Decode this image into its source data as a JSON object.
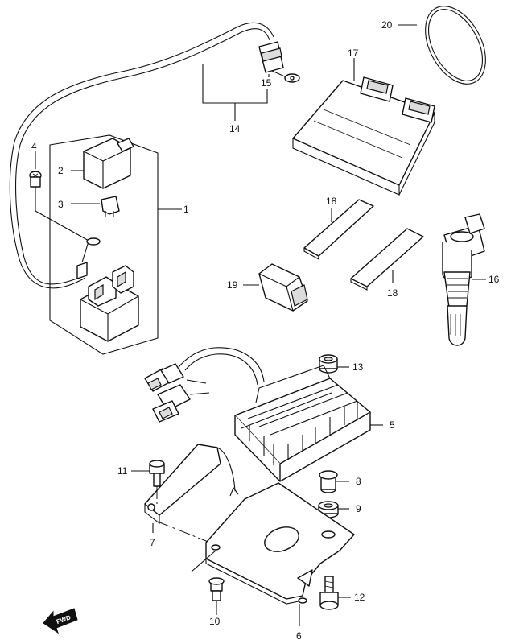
{
  "diagram": {
    "callouts": [
      {
        "id": "1",
        "text": "1"
      },
      {
        "id": "2",
        "text": "2"
      },
      {
        "id": "3",
        "text": "3"
      },
      {
        "id": "4",
        "text": "4"
      },
      {
        "id": "5",
        "text": "5"
      },
      {
        "id": "6",
        "text": "6"
      },
      {
        "id": "7",
        "text": "7"
      },
      {
        "id": "8",
        "text": "8"
      },
      {
        "id": "9",
        "text": "9"
      },
      {
        "id": "10",
        "text": "10"
      },
      {
        "id": "11",
        "text": "11"
      },
      {
        "id": "12",
        "text": "12"
      },
      {
        "id": "13",
        "text": "13"
      },
      {
        "id": "14",
        "text": "14"
      },
      {
        "id": "15",
        "text": "15"
      },
      {
        "id": "16",
        "text": "16"
      },
      {
        "id": "17",
        "text": "17"
      },
      {
        "id": "18a",
        "text": "18"
      },
      {
        "id": "18b",
        "text": "18"
      },
      {
        "id": "19",
        "text": "19"
      },
      {
        "id": "20",
        "text": "20"
      }
    ],
    "direction_arrow": "FWD"
  }
}
